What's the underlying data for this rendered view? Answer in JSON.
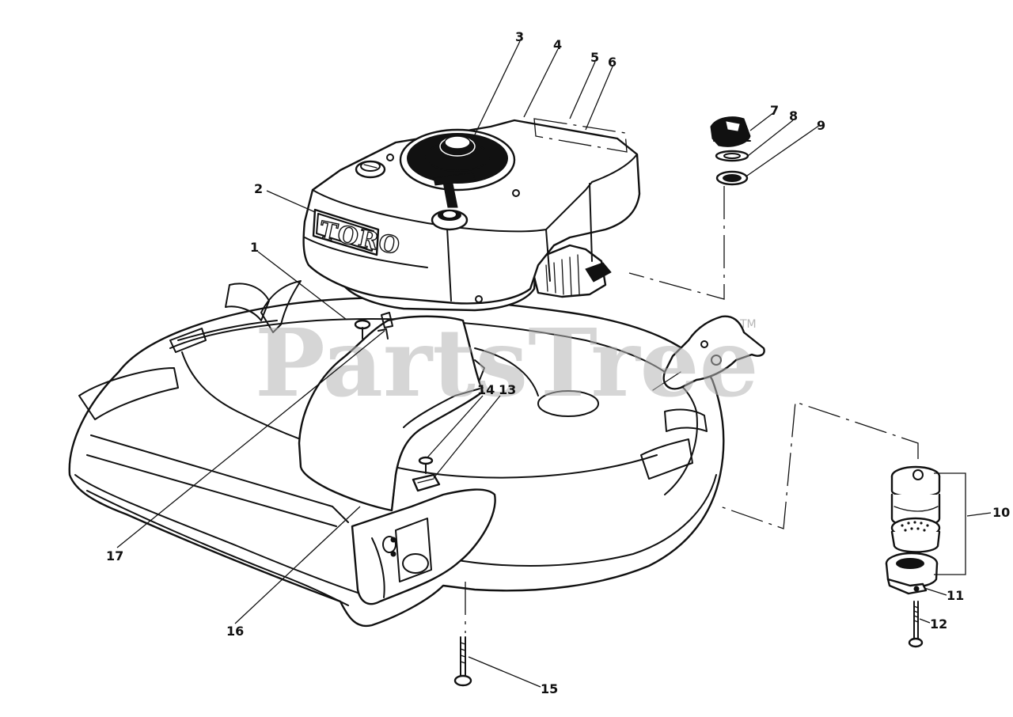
{
  "callouts": [
    {
      "id": "c1",
      "text": "1"
    },
    {
      "id": "c2",
      "text": "2"
    },
    {
      "id": "c3",
      "text": "3"
    },
    {
      "id": "c4",
      "text": "4"
    },
    {
      "id": "c5",
      "text": "5"
    },
    {
      "id": "c6",
      "text": "6"
    },
    {
      "id": "c7",
      "text": "7"
    },
    {
      "id": "c8",
      "text": "8"
    },
    {
      "id": "c9",
      "text": "9"
    },
    {
      "id": "c10",
      "text": "10"
    },
    {
      "id": "c11",
      "text": "11"
    },
    {
      "id": "c12",
      "text": "12"
    },
    {
      "id": "c13",
      "text": "13"
    },
    {
      "id": "c14",
      "text": "14"
    },
    {
      "id": "c15",
      "text": "15"
    },
    {
      "id": "c16",
      "text": "16"
    },
    {
      "id": "c17",
      "text": "17"
    }
  ],
  "engine_logo": "TORO",
  "watermark": {
    "text": "PartsTree",
    "mark": "TM"
  }
}
